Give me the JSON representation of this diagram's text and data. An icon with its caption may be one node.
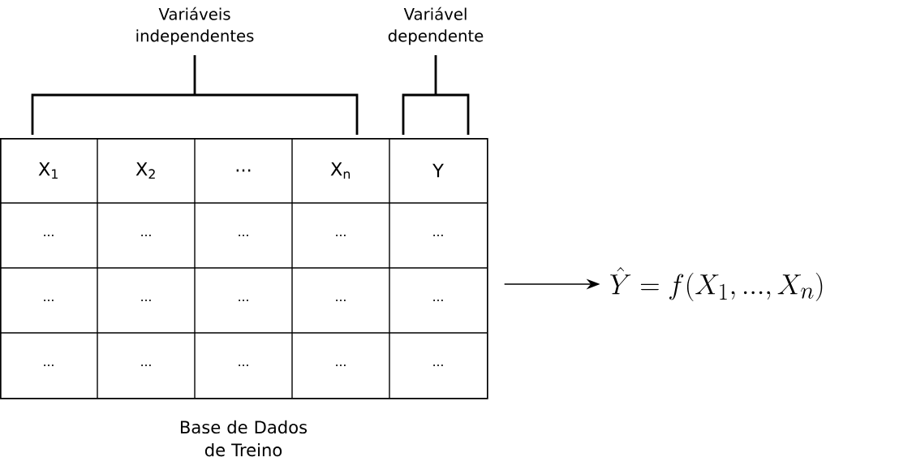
{
  "diagram": {
    "nodes": [
      {
        "text": [],
        "shape": "box",
        "beside": [
          "Base de Dados de Treino"
        ]
      },
      {
        "text": [
          "\\hat{Y} = f(X_1, ..., X_n)"
        ]
      }
    ],
    "edges": [
      {
        "from": 0,
        "to": 1,
        "arrow": "to"
      }
    ],
    "labels": [
      "Variáveis independentes",
      "Variável dependente",
      "X$_{1}$",
      "X$_{2}$",
      "...",
      "X$_{n}$",
      "Y",
      "...",
      "...",
      "...",
      "...",
      "...",
      "...",
      "...",
      "...",
      "...",
      "...",
      "...",
      "...",
      "...",
      "...",
      "..."
    ]
  }
}
